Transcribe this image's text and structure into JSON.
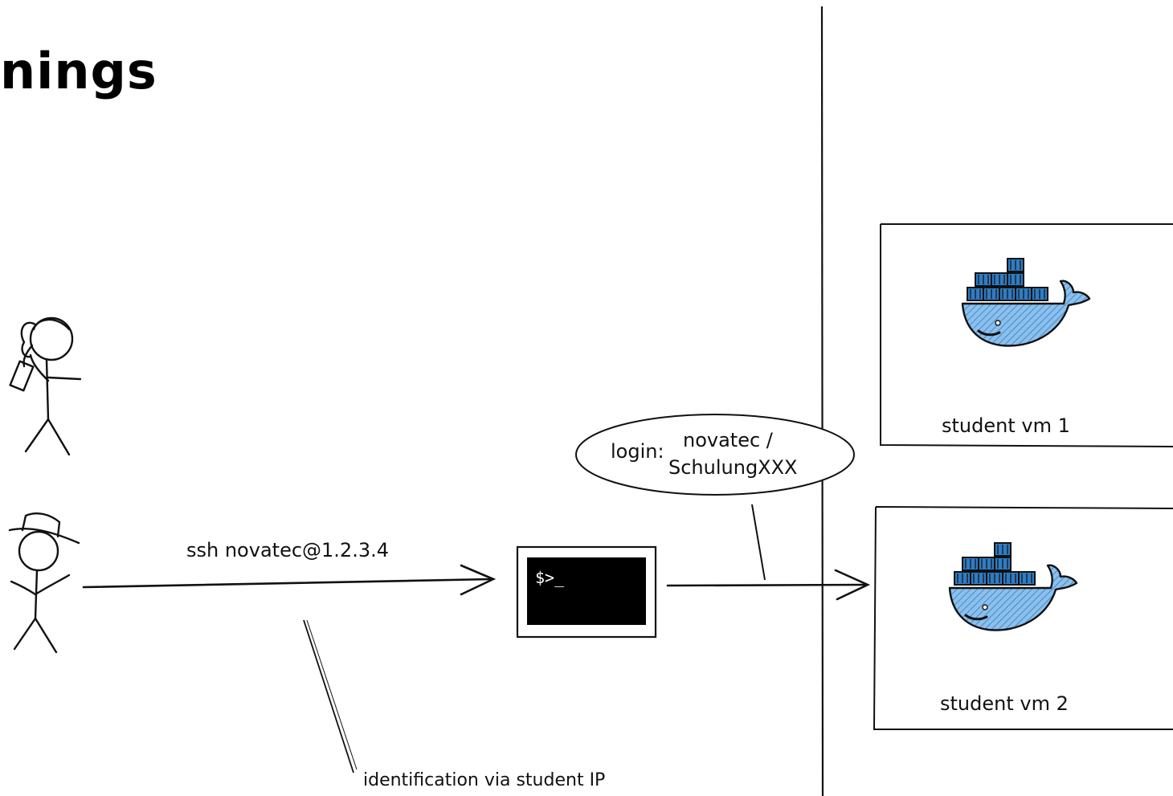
{
  "slide": {
    "title": "nings"
  },
  "labels": {
    "ssh_command": "ssh novatec@1.2.3.4",
    "login_line1": "novatec /",
    "login_prefix": "login:",
    "login_line2": "SchulungXXX",
    "identification": "identification via student IP",
    "terminal_prompt": "$>_",
    "vm1": "student vm 1",
    "vm2": "student vm 2"
  },
  "colors": {
    "ink": "#111111",
    "whale": "#3f8fd6",
    "whale_light": "#7fb6e6",
    "terminal_bg": "#000000",
    "terminal_text": "#ffffff"
  },
  "icons": [
    "student-figure-icon",
    "trainer-figure-icon",
    "terminal-icon",
    "docker-whale-icon"
  ]
}
